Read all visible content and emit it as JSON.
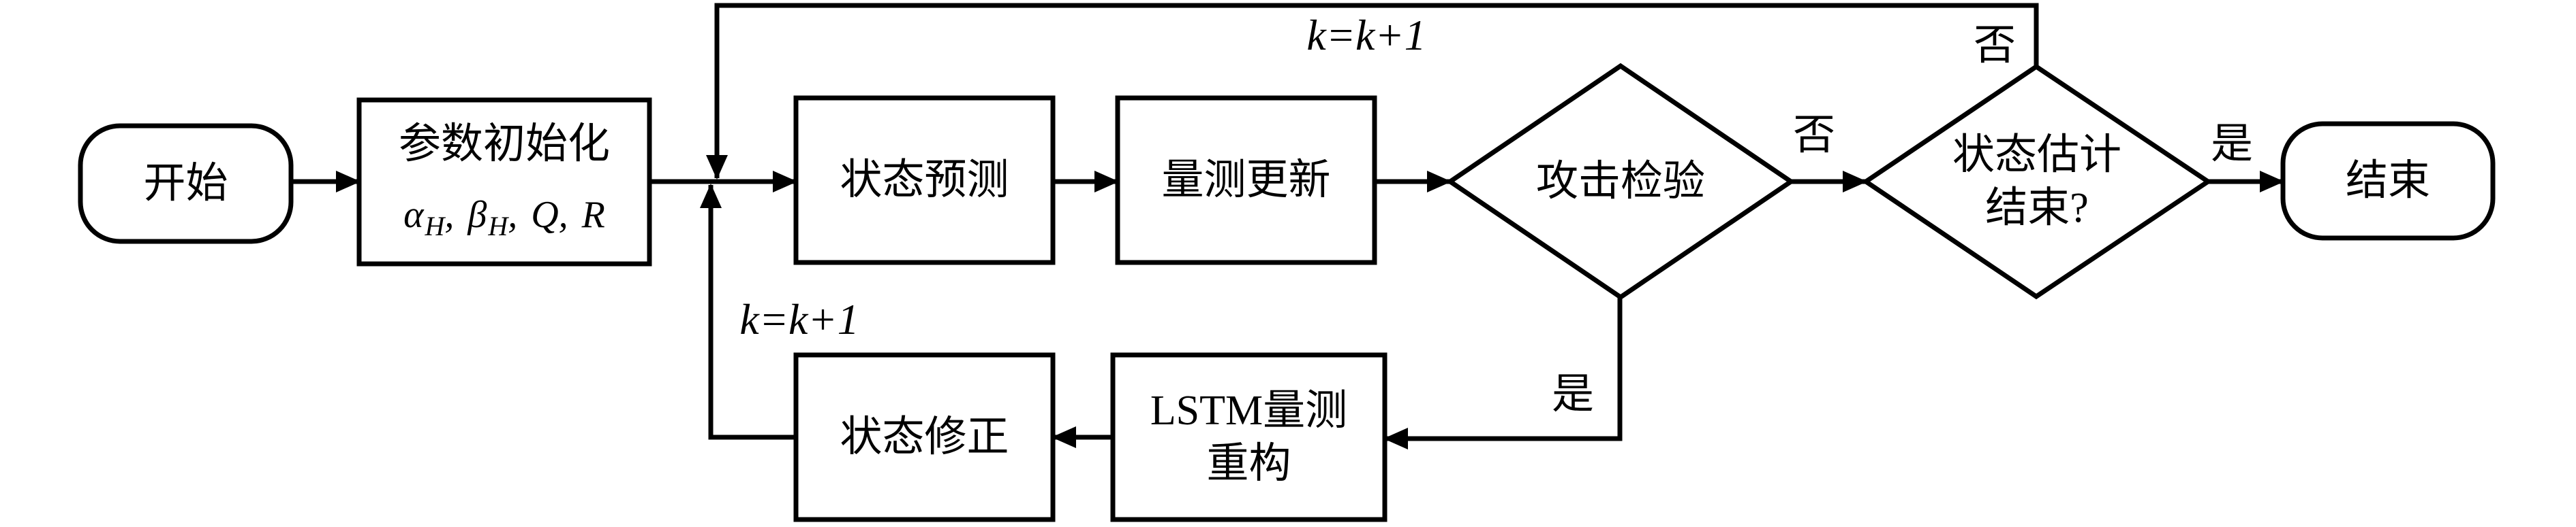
{
  "canvas": {
    "background": "#ffffff",
    "stroke_color": "#000000"
  },
  "nodes": {
    "start": {
      "type": "terminator",
      "label": "开始"
    },
    "init": {
      "type": "process",
      "title": "参数初始化",
      "params": {
        "alpha": "α",
        "alpha_sub": "H",
        "comma1": ",",
        "beta": "β",
        "beta_sub": "H",
        "comma2": ",",
        "q": "Q",
        "comma3": ",",
        "r": "R"
      }
    },
    "predict": {
      "type": "process",
      "label": "状态预测"
    },
    "update": {
      "type": "process",
      "label": "量测更新"
    },
    "attack_check": {
      "type": "decision",
      "label": "攻击检验"
    },
    "estimation_done": {
      "type": "decision",
      "line1": "状态估计",
      "line2": "结束?"
    },
    "end": {
      "type": "terminator",
      "label": "结束"
    },
    "lstm_reconstruct": {
      "type": "process",
      "line1": "LSTM量测",
      "line2": "重构"
    },
    "state_correct": {
      "type": "process",
      "label": "状态修正"
    }
  },
  "edge_labels": {
    "k_increment_top": "k=k+1",
    "k_increment_left": "k=k+1",
    "no_attack": "否",
    "no_done": "否",
    "yes_done": "是",
    "yes_attack": "是"
  }
}
